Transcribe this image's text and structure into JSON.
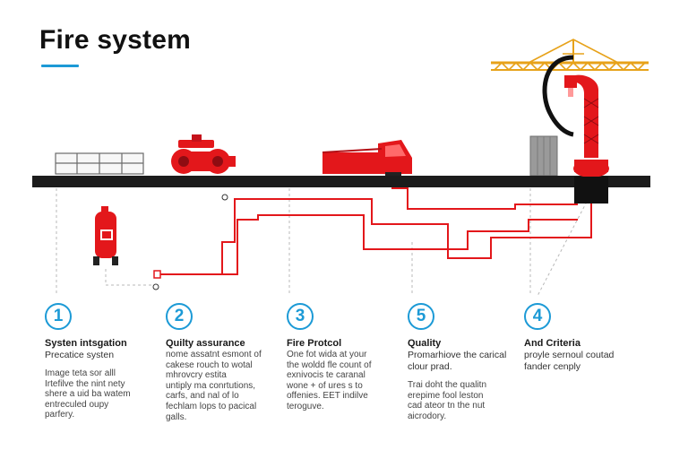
{
  "title": "Fire system",
  "colors": {
    "accent": "#1c9ad6",
    "red": "#e3171b",
    "ground": "#1c1c1c",
    "crane": "#e7a21a"
  },
  "icons": [
    "shipping-container-icon",
    "fire-pump-icon",
    "fire-truck-icon",
    "fire-extinguisher-icon",
    "crane-icon",
    "hose-tower-icon",
    "electrical-panel-icon"
  ],
  "steps": [
    {
      "number": "1",
      "heading": "Systen intsgation",
      "subheading": "Precatice systen",
      "body": "Image teta sor alll\nIrtefilve the nint nety\nshere a uid ba watem\nentreculed oupy\nparfery."
    },
    {
      "number": "2",
      "heading": "Quilty assurance",
      "subheading": "",
      "body": "nome assatnt esmont of\ncakese rouch to wotal\nmhrovcry estita\nuntiply ma conrtutions,\ncarfs, and nal of lo\nfechlam lops to pacical\ngalls."
    },
    {
      "number": "3",
      "heading": "Fire Protcol",
      "subheading": "",
      "body": "One fot wida at your\nthe woldd fle count of\nexnivocis te caranal\nwone + of ures s to\noffenies. EET indilve\nteroguve."
    },
    {
      "number": "5",
      "heading": "Quality",
      "subheading": "Promarhiove the carical\nclour prad.",
      "body": "Trai doht the qualitn\nerepime fool leston\ncad ateor tn the nut\naicrodory."
    },
    {
      "number": "4",
      "heading": "And Criteria",
      "subheading": "proyle sernoul coutad\nfander cenply",
      "body": ""
    }
  ]
}
